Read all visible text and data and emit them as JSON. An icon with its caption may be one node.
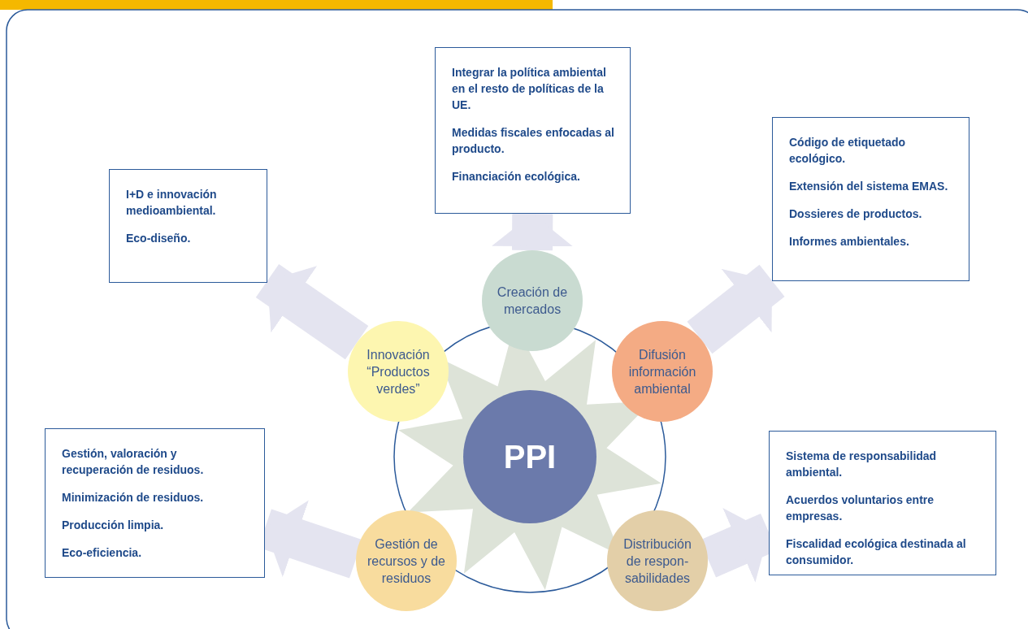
{
  "diagram": {
    "nodes": [
      {
        "text": [
          "PPI"
        ]
      },
      {
        "text": [
          "Creación de mercados"
        ]
      },
      {
        "text": [
          "Difusión información ambiental"
        ]
      },
      {
        "text": [
          "Distribución de respon-sabilidades"
        ]
      },
      {
        "text": [
          "Gestión de recursos y de residuos"
        ]
      },
      {
        "text": [
          "Innovación “Productos verdes”"
        ]
      },
      {
        "text": [
          "Integrar la política ambiental en el resto de políticas de la UE.",
          "Medidas fiscales enfocadas al producto.",
          "Financiación ecológica."
        ]
      },
      {
        "text": [
          "Código de etiquetado ecológico.",
          "Extensión del sistema EMAS.",
          "Dossieres de productos.",
          "Informes ambientales."
        ]
      },
      {
        "text": [
          "Sistema de responsabilidad ambiental.",
          "Acuerdos voluntarios entre empresas.",
          "Fiscalidad ecológica destinada al consumidor."
        ]
      },
      {
        "text": [
          "Gestión, valoración y recuperación de residuos.",
          "Minimización de residuos.",
          "Producción limpia.",
          "Eco-eficiencia."
        ]
      },
      {
        "text": [
          "I+D e innovación medioambiental.",
          "Eco-diseño."
        ]
      }
    ],
    "edges": [
      {
        "from": 1,
        "to": 6,
        "arrow": "to"
      },
      {
        "from": 2,
        "to": 7,
        "arrow": "to"
      },
      {
        "from": 3,
        "to": 8,
        "arrow": "to"
      },
      {
        "from": 4,
        "to": 9,
        "arrow": "to"
      },
      {
        "from": 5,
        "to": 10,
        "arrow": "to"
      }
    ]
  }
}
